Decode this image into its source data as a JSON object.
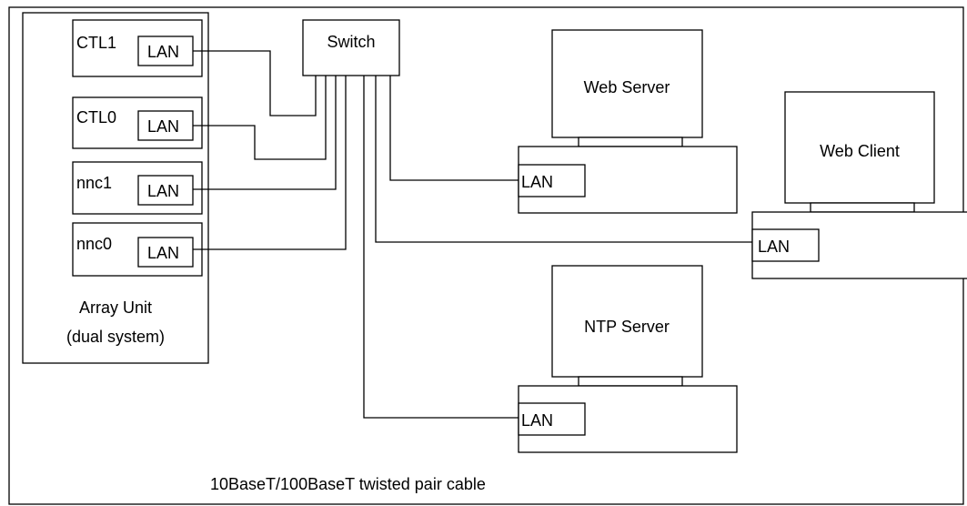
{
  "array_unit": {
    "label_line1": "Array Unit",
    "label_line2": "(dual system)",
    "ports": [
      {
        "name": "CTL1",
        "port_label": "LAN"
      },
      {
        "name": "CTL0",
        "port_label": "LAN"
      },
      {
        "name": "nnc1",
        "port_label": "LAN"
      },
      {
        "name": "nnc0",
        "port_label": "LAN"
      }
    ]
  },
  "switch": {
    "label": "Switch"
  },
  "web_server": {
    "label": "Web Server",
    "port_label": "LAN"
  },
  "web_client": {
    "label": "Web Client",
    "port_label": "LAN"
  },
  "ntp_server": {
    "label": "NTP Server",
    "port_label": "LAN"
  },
  "caption": "10BaseT/100BaseT twisted pair cable"
}
